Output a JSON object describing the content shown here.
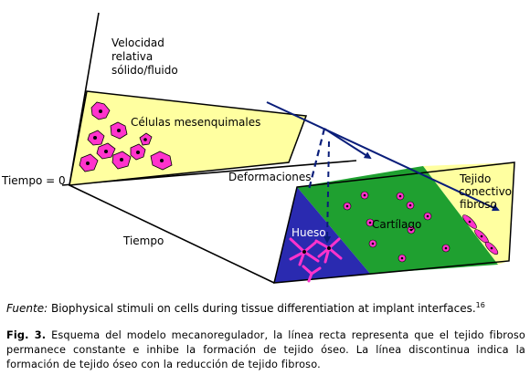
{
  "diagram": {
    "labels": {
      "velocity_line1": "Velocidad",
      "velocity_line2": "relativa",
      "velocity_line3": "sólido/fluido",
      "mesenchymal": "Células mesenquimales",
      "time_zero": "Tiempo = 0",
      "deformations": "Deformaciones",
      "time": "Tiempo",
      "connective_line1": "Tejido",
      "connective_line2": "conectivo",
      "connective_line3": "fibroso",
      "cartilage": "Cartílago",
      "bone": "Hueso"
    },
    "colors": {
      "upper_plane": "#ffffa0",
      "bone_region": "#2a2ab0",
      "cartilage_region": "#1fa030",
      "fibrous_region": "#ffffa0",
      "cells": "#ff33cc",
      "arrows": "#0a1e7a"
    }
  },
  "source": {
    "label": "Fuente:",
    "text": "Biophysical stimuli on cells during tissue differentiation at implant interfaces.",
    "ref": "16"
  },
  "caption": {
    "fig_label": "Fig. 3.",
    "text": "Esquema del modelo mecanoregulador, la línea recta representa que el tejido fibroso permanece constante e inhibe la formación de tejido óseo. La línea discontinua indica la formación de tejido óseo con la reducción de tejido fibroso."
  }
}
